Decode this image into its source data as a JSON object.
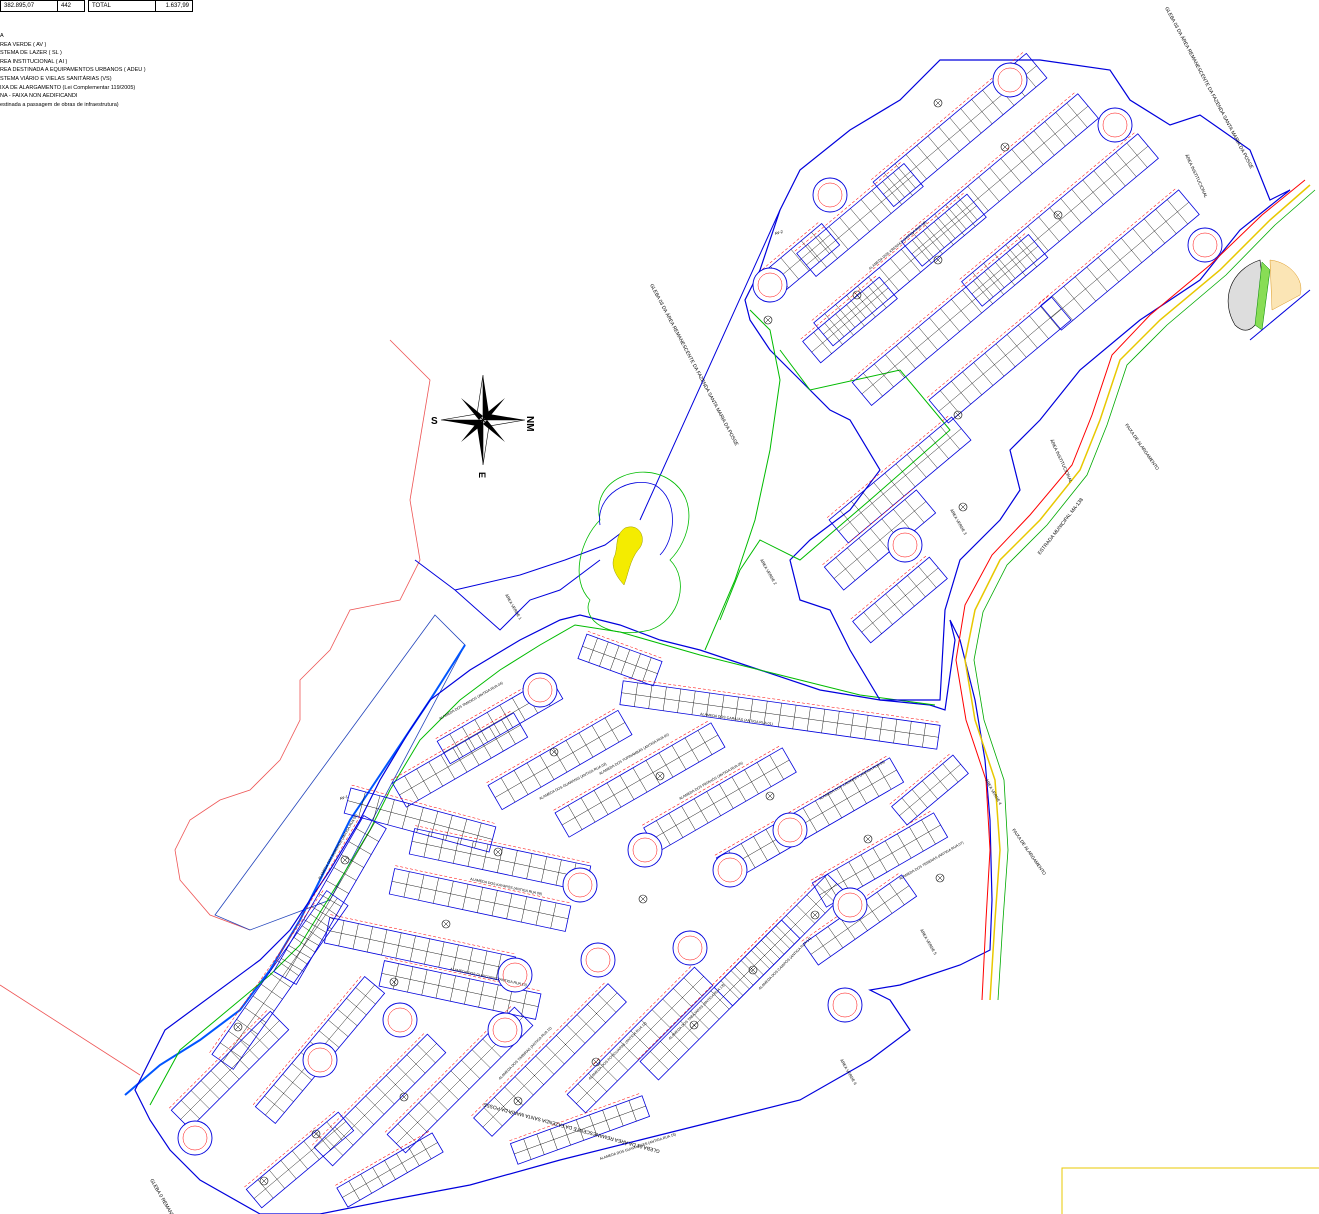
{
  "summary_table": {
    "left_area": "382.895,07",
    "left_count": "442",
    "total_label": "TOTAL",
    "total_value": "1.637,99"
  },
  "legend": {
    "heading": "A",
    "items": [
      "REA VERDE  ( AV )",
      "STEMA DE LAZER  ( SL )",
      "REA INSTITUCIONAL  ( AI )",
      "REA DESTINADA A EQUIPAMENTOS URBANOS  ( ADEU )",
      "STEMA VIÁRIO E VIELAS SANITÁRIAS (VS)",
      "IXA DE ALARGAMENTO  (Lei Complementar 119/2005)",
      "NA - FAIXA NON AEDIFICANDI",
      "estinada a passagem de obras de infraestrutura)"
    ]
  },
  "compass": {
    "north": "NM",
    "south": "S",
    "east": "E"
  },
  "labels": {
    "gleba_top_right": "GLEBA 03 DA ÁREA REMANESCENTE DA FAZENDA SANTA MARIA DA POSSE",
    "gleba_center": "GLEBA 03 DA ÁREA REMANESCENTE DA FAZENDA SANTA MARIA DA POSSE",
    "gleba_bottom": "GLEBA 01 DA ÁREA REMANESCENTE DA FAZENDA SANTA MARIA DA POSSE",
    "gleba_bottom_left": "GLEBA 0 REMANE FAZENDA",
    "area_institucional_top": "ÁREA INSTITUCIONAL",
    "area_institucional_mid": "ÁREA INSTITUCIONAL",
    "estrada": "ESTRADA MUNICIPAL MA-138",
    "faixa_top": "FAIXA DE ALARGAMENTO",
    "faixa_bottom": "FAIXA DE ALARGAMENTO",
    "area_verde_1": "ÁREA VERDE 1",
    "area_verde_2": "ÁREA VERDE 2",
    "area_verde_3": "ÁREA VERDE 3",
    "area_verde_4": "ÁREA VERDE 4",
    "area_verde_5": "ÁREA VERDE 5",
    "area_verde_6": "ÁREA VERDE 6",
    "av_label": "AV-1",
    "av_label_2": "AV-2"
  },
  "streets": [
    "ALAMEDA DOS CARAJÁS (ANTIGA RUA 01)",
    "ALAMEDA DOS TUPINAMBÁS (ANTIGA RUA 02)",
    "ALAMEDA DOS GUARANIS (ANTIGA RUA 03)",
    "ALAMEDA DOS TAMOIOS (ANTIGA RUA 04)",
    "ALAMEDA DOS PATAXÓS (ANTIGA RUA 05)",
    "ALAMEDA DOS XAVANTES (ANTIGA RUA 06)",
    "ALAMEDA DOS TERENAS (ANTIGA RUA 07)",
    "ALAMEDA DOS BORORÓS (ANTIGA RUA 08)",
    "ALAMEDA DOS KAYAPÓS (ANTIGA RUA 09)",
    "ALAMEDA DOS GUAICURUS (ANTIGA RUA 10)",
    "ALAMEDA DOS TIMBIRAS (ANTIGA RUA 11)",
    "ALAMEDA DOS POTIGUARAS (ANTIGA RUA 12)",
    "ALAMEDA DOS TABAJARAS (ANTIGA RUA 13)",
    "ALAMEDA DOS CAIAPÓS (ANTIGA RUA 14)",
    "ALAMEDA DOS GUAIANASES (ANTIGA RUA 15)",
    "ALAMEDA DOS KRENAKS (ANTIGA RUA 16)"
  ],
  "colors": {
    "boundary": "#0000dd",
    "green_area": "#00bb00",
    "setback": "#ff0000",
    "outer_limit": "#ee5555",
    "road_yellow": "#e8c800",
    "leisure_fill": "#f4ec00"
  }
}
